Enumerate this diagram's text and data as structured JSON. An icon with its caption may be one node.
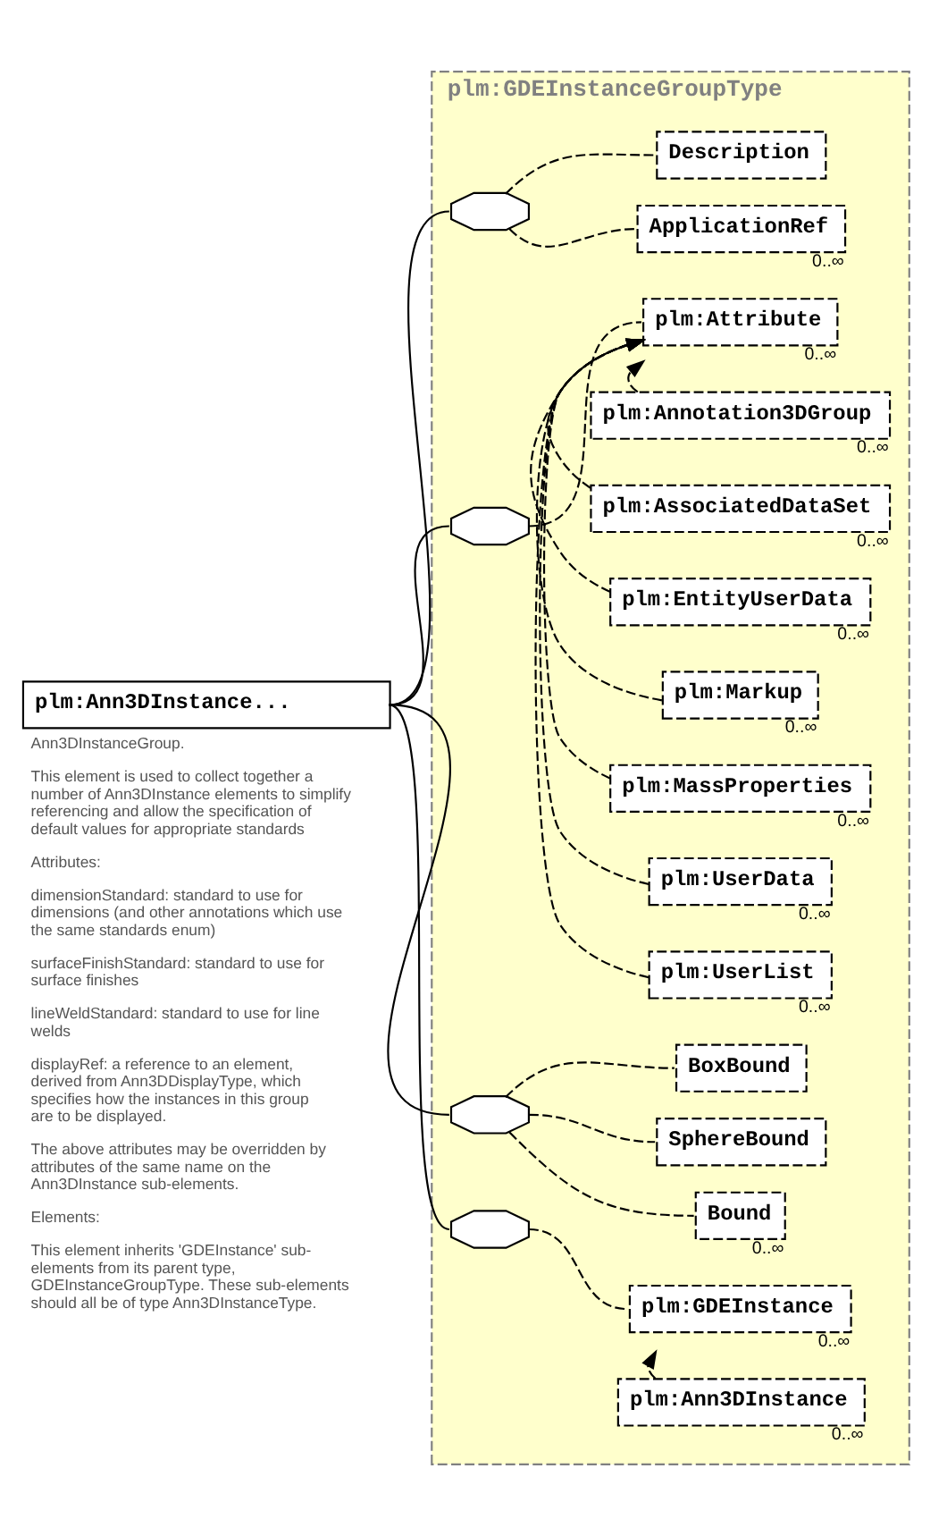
{
  "diagram": {
    "nodes": [
      {
        "text": [
          "plm:Ann3DInstance..."
        ],
        "beside": [
          "Ann3DInstanceGroup.",
          "This element is used to collect together a number of Ann3DInstance elements to simplify referencing and allow the specification of default values for appropriate standards",
          "Attributes:",
          "dimensionStandard: standard to use for dimensions (and other annotations which use the same standards enum)",
          "surfaceFinishStandard: standard to use for surface finishes",
          "lineWeldStandard: standard to use for line welds",
          "displayRef: a reference to an element, derived from Ann3DDisplayType, which specifies how the instances in this group are to be displayed.",
          "The above attributes may be overridden by attributes of the same name on the Ann3DInstance sub-elements.",
          "Elements:",
          "This element inherits 'GDEInstance' sub-elements from its parent type, GDEInstanceGroupType. These sub-elements should all be of type Ann3DInstanceType."
        ]
      },
      {
        "text": [
          "plm:GDEInstanceGroupType"
        ]
      },
      {
        "text": [],
        "shape": "octagon",
        "in": 1
      },
      {
        "text": [
          "Description"
        ],
        "in": 1
      },
      {
        "text": [
          "ApplicationRef"
        ],
        "in": 1,
        "beside": [
          "0..∞"
        ]
      },
      {
        "text": [],
        "shape": "octagon",
        "in": 1
      },
      {
        "text": [
          "plm:Attribute"
        ],
        "in": 1,
        "beside": [
          "0..∞"
        ]
      },
      {
        "text": [
          "plm:Annotation3DGroup"
        ],
        "in": 1,
        "beside": [
          "0..∞"
        ]
      },
      {
        "text": [
          "plm:AssociatedDataSet"
        ],
        "in": 1,
        "beside": [
          "0..∞"
        ]
      },
      {
        "text": [
          "plm:EntityUserData"
        ],
        "in": 1,
        "beside": [
          "0..∞"
        ]
      },
      {
        "text": [
          "plm:Markup"
        ],
        "in": 1,
        "beside": [
          "0..∞"
        ]
      },
      {
        "text": [
          "plm:MassProperties"
        ],
        "in": 1,
        "beside": [
          "0..∞"
        ]
      },
      {
        "text": [
          "plm:UserData"
        ],
        "in": 1,
        "beside": [
          "0..∞"
        ]
      },
      {
        "text": [
          "plm:UserList"
        ],
        "in": 1,
        "beside": [
          "0..∞"
        ]
      },
      {
        "text": [],
        "shape": "octagon",
        "in": 1
      },
      {
        "text": [
          "BoxBound"
        ],
        "in": 1
      },
      {
        "text": [
          "SphereBound"
        ],
        "in": 1
      },
      {
        "text": [
          "Bound"
        ],
        "in": 1,
        "beside": [
          "0..∞"
        ]
      },
      {
        "text": [],
        "shape": "octagon",
        "in": 1
      },
      {
        "text": [
          "plm:GDEInstance"
        ],
        "in": 1,
        "beside": [
          "0..∞"
        ]
      },
      {
        "text": [
          "plm:Ann3DInstance"
        ],
        "in": 1,
        "beside": [
          "0..∞"
        ]
      }
    ],
    "edges": [
      {
        "from": 0,
        "to": 2,
        "arrow": "none"
      },
      {
        "from": 0,
        "to": 5,
        "arrow": "none"
      },
      {
        "from": 0,
        "to": 14,
        "arrow": "none"
      },
      {
        "from": 0,
        "to": 18,
        "arrow": "none"
      },
      {
        "from": 2,
        "to": 3,
        "arrow": "none",
        "style": "dashed"
      },
      {
        "from": 2,
        "to": 4,
        "arrow": "none",
        "style": "dashed"
      },
      {
        "from": 5,
        "to": 6,
        "arrow": "none",
        "style": "dashed"
      },
      {
        "from": 7,
        "to": 6,
        "arrow": "to",
        "style": "dashed"
      },
      {
        "from": 8,
        "to": 6,
        "arrow": "to",
        "style": "dashed"
      },
      {
        "from": 9,
        "to": 6,
        "arrow": "to",
        "style": "dashed"
      },
      {
        "from": 10,
        "to": 6,
        "arrow": "to",
        "style": "dashed"
      },
      {
        "from": 11,
        "to": 6,
        "arrow": "to",
        "style": "dashed"
      },
      {
        "from": 12,
        "to": 6,
        "arrow": "to",
        "style": "dashed"
      },
      {
        "from": 13,
        "to": 6,
        "arrow": "to",
        "style": "dashed"
      },
      {
        "from": 14,
        "to": 15,
        "arrow": "none",
        "style": "dashed"
      },
      {
        "from": 14,
        "to": 16,
        "arrow": "none",
        "style": "dashed"
      },
      {
        "from": 14,
        "to": 17,
        "arrow": "none",
        "style": "dashed"
      },
      {
        "from": 18,
        "to": 19,
        "arrow": "none",
        "style": "dashed"
      },
      {
        "from": 20,
        "to": 19,
        "arrow": "to",
        "style": "dashed"
      }
    ]
  }
}
